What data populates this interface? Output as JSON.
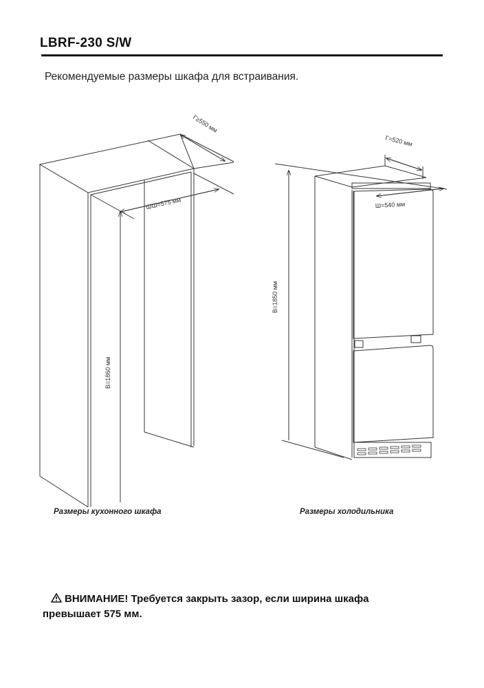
{
  "header": {
    "model": "LBRF-230 S/W"
  },
  "intro": "Рекомендуемые размеры шкафа для встраивания.",
  "cabinet": {
    "depth_label": "Г≥550 мм",
    "width_label": "ШШ=575 мм",
    "height_label": "В=1860 мм",
    "caption": "Размеры кухонного шкафа"
  },
  "fridge": {
    "depth_label": "Г=520 мм",
    "width_label": "Ш=540 мм",
    "height_label": "В=1850 мм",
    "caption": "Размеры холодильника"
  },
  "warning": {
    "icon": "warning-triangle-icon",
    "line1": "ВНИМАНИЕ! Требуется закрыть зазор, если ширина шкафа",
    "line2": "превышает 575 мм."
  }
}
